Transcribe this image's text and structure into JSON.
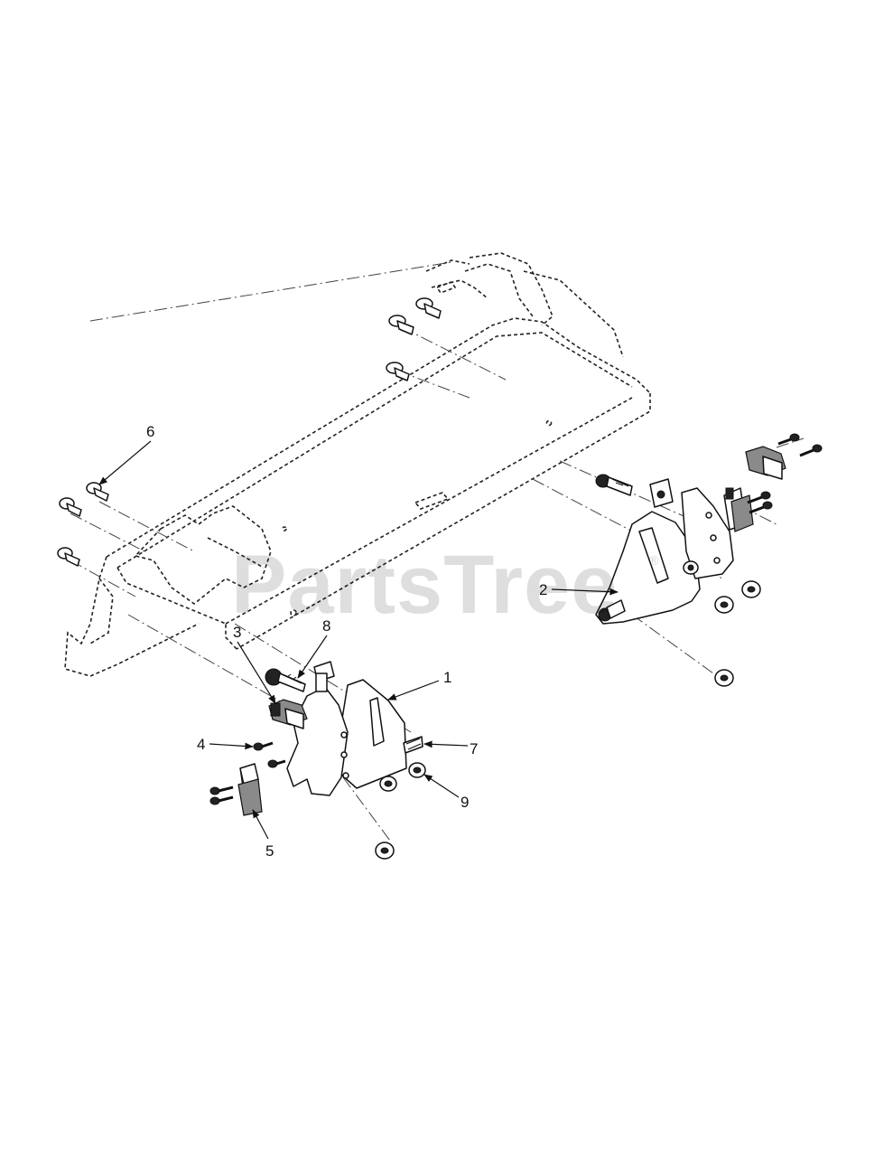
{
  "watermark": {
    "text": "PartsTree",
    "registered_mark": "®"
  },
  "callouts": [
    {
      "id": "1",
      "label": "1"
    },
    {
      "id": "2",
      "label": "2"
    },
    {
      "id": "3",
      "label": "3"
    },
    {
      "id": "4",
      "label": "4"
    },
    {
      "id": "5",
      "label": "5"
    },
    {
      "id": "6",
      "label": "6"
    },
    {
      "id": "7",
      "label": "7"
    },
    {
      "id": "8",
      "label": "8"
    },
    {
      "id": "9",
      "label": "9"
    }
  ]
}
